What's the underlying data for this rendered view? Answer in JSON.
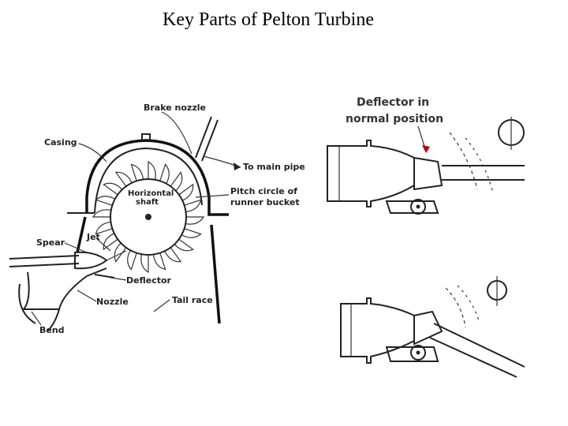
{
  "slide": {
    "title": "Key Parts of Pelton Turbine"
  },
  "diagram_left": {
    "labels": {
      "brake_nozzle": "Brake nozzle",
      "casing": "Casing",
      "to_main_pipe": "To main pipe",
      "horizontal_shaft_1": "Horizontal",
      "horizontal_shaft_2": "shaft",
      "pitch_circle_1": "Pitch circle of",
      "pitch_circle_2": "runner bucket",
      "spear": "Spear",
      "jet": "Jet",
      "deflector": "Deflector",
      "nozzle": "Nozzle",
      "tail_race": "Tail race",
      "bend": "Bend"
    }
  },
  "diagram_right": {
    "labels": {
      "deflector_normal_1": "Deflector in",
      "deflector_normal_2": "normal position"
    }
  }
}
